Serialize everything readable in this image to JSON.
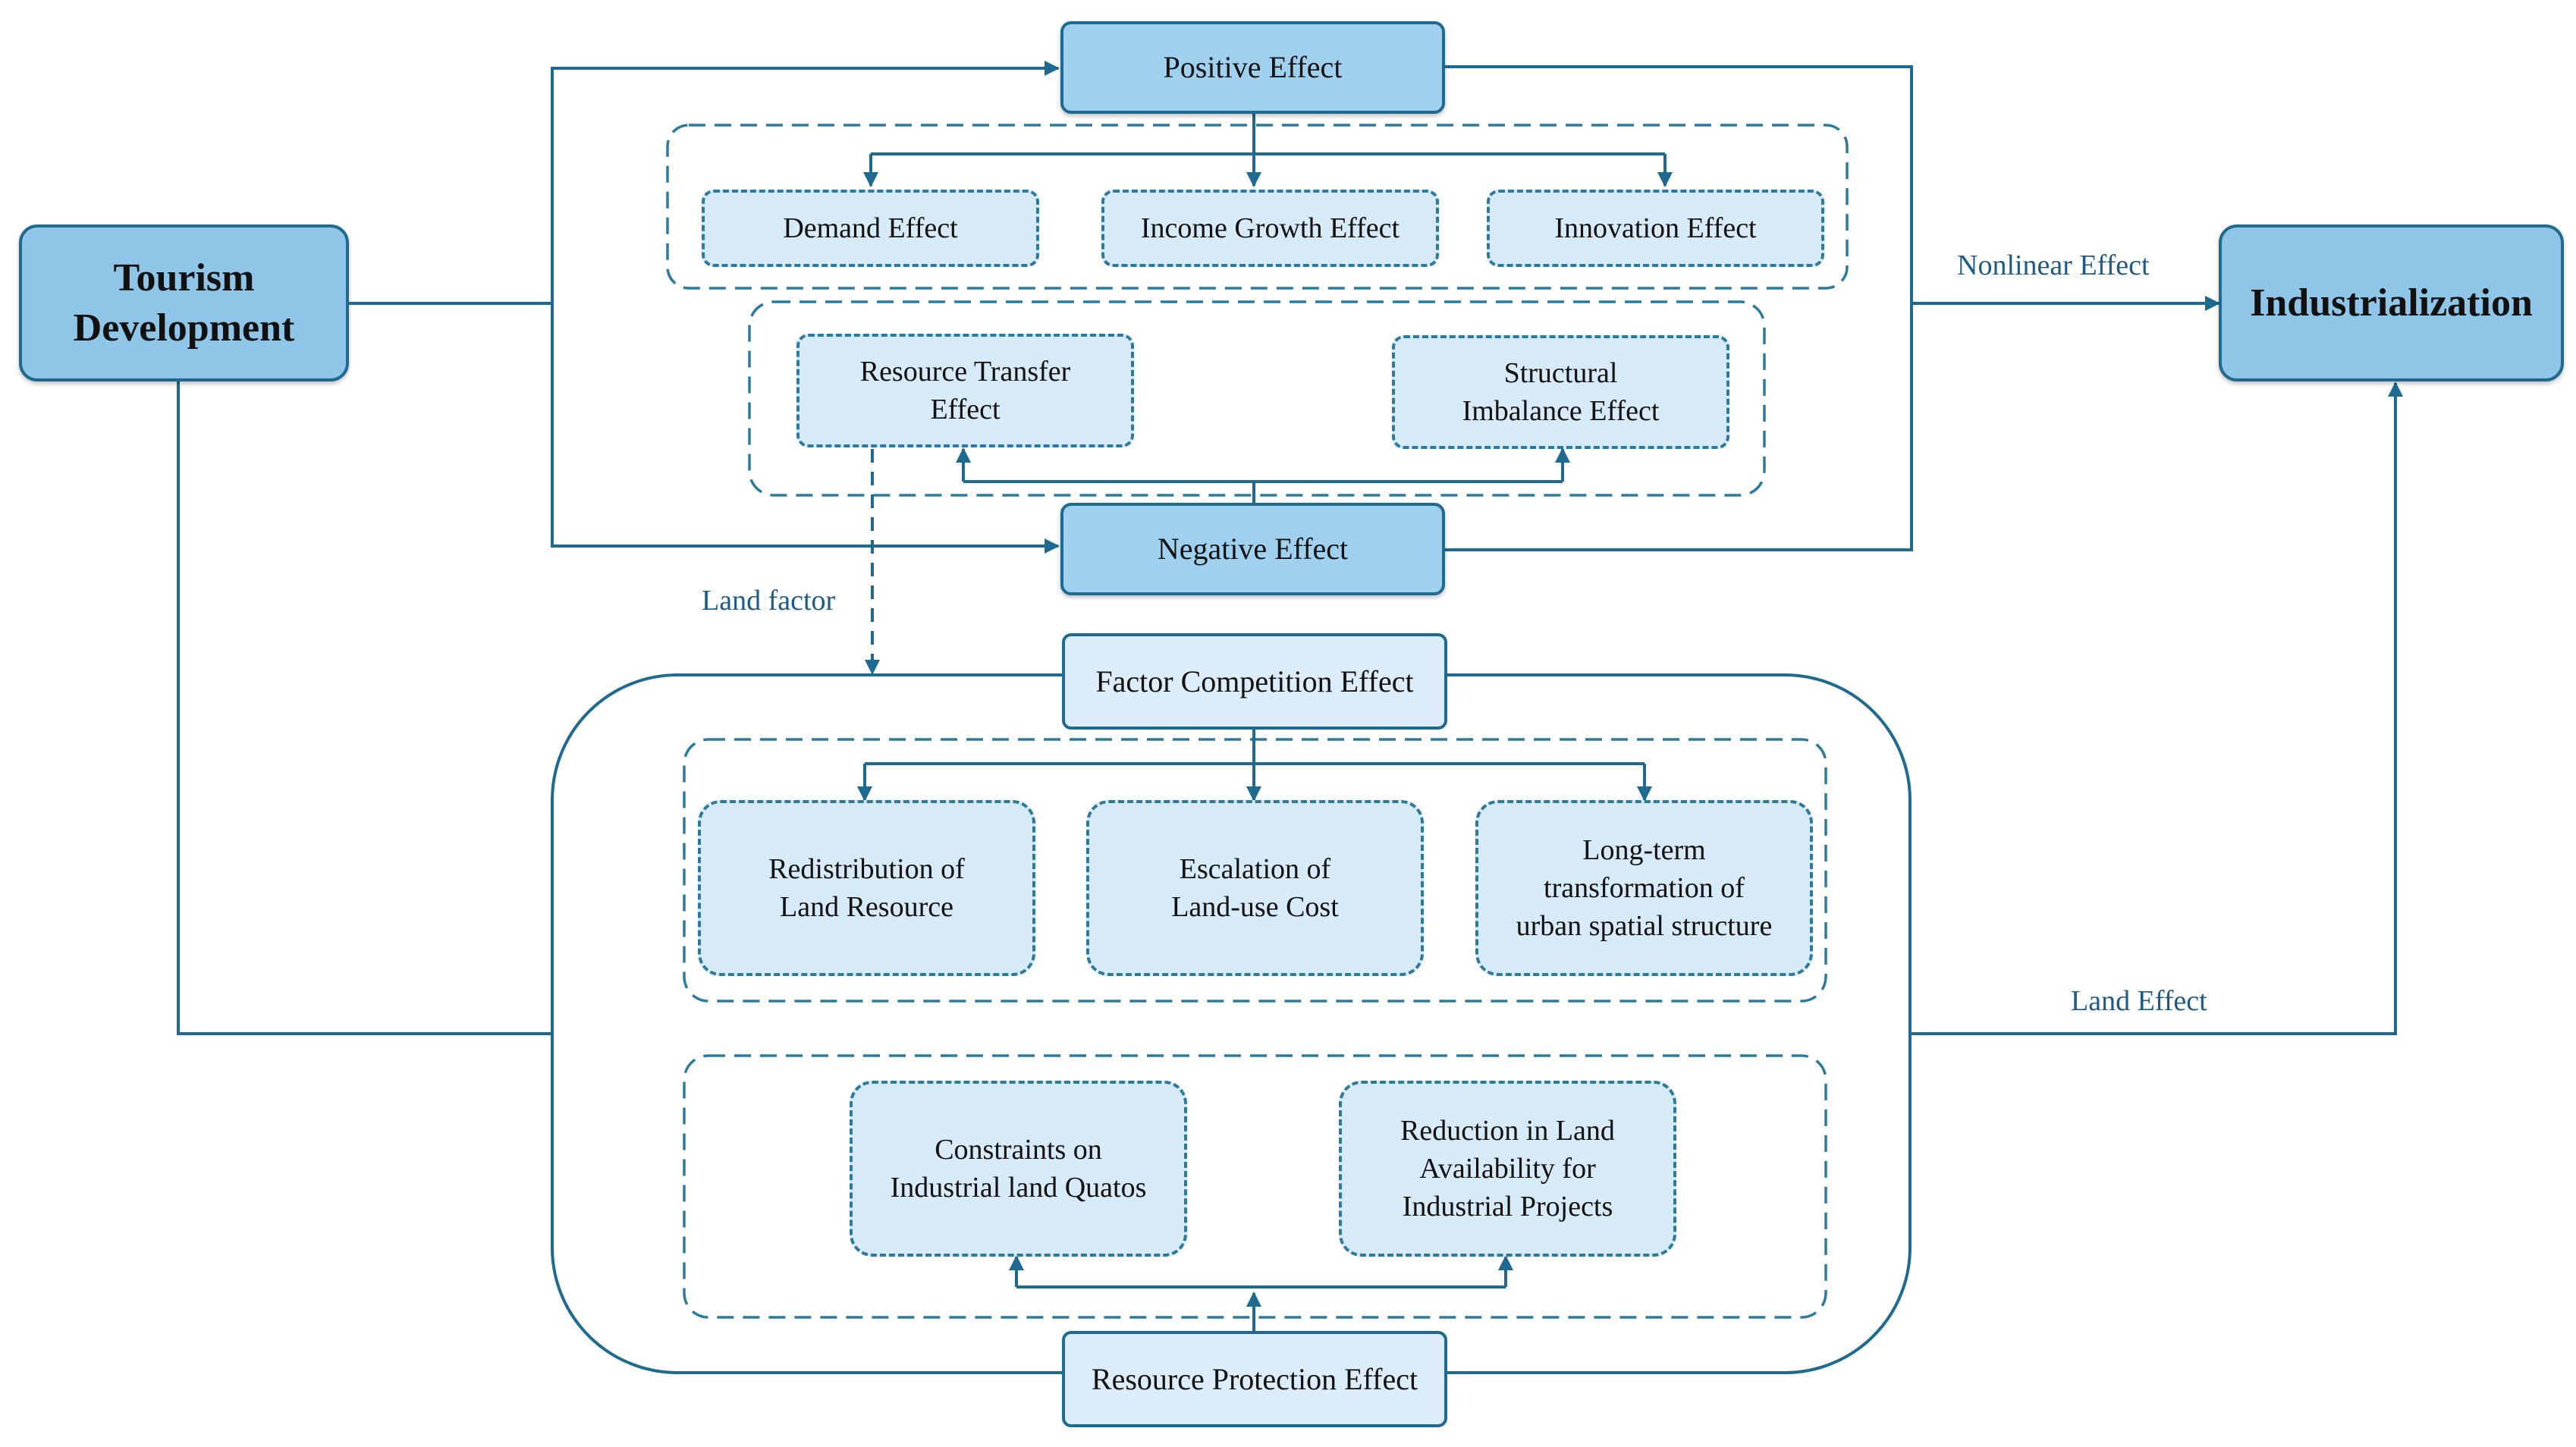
{
  "nodes": {
    "tourism": "Tourism\nDevelopment",
    "industrialization": "Industrialization",
    "positive": "Positive Effect",
    "negative": "Negative Effect",
    "demand": "Demand Effect",
    "income": "Income Growth Effect",
    "innovation": "Innovation Effect",
    "resource_transfer": "Resource Transfer\nEffect",
    "structural": "Structural\nImbalance Effect",
    "factor_competition": "Factor Competition Effect",
    "redistribution": "Redistribution of\nLand Resource",
    "escalation": "Escalation of\nLand-use Cost",
    "long_term": "Long-term\ntransformation of\nurban spatial structure",
    "constraints": "Constraints on\nIndustrial land Quatos",
    "reduction": "Reduction in Land\nAvailability for\nIndustrial Projects",
    "resource_protection": "Resource Protection Effect"
  },
  "labels": {
    "nonlinear": "Nonlinear Effect",
    "land_factor": "Land factor",
    "land_effect": "Land Effect"
  },
  "colors": {
    "line": "#1e6a91",
    "main_fill": "#8fc6e8",
    "sub_fill": "#d7eaf7",
    "label_text": "#1e5a86"
  }
}
